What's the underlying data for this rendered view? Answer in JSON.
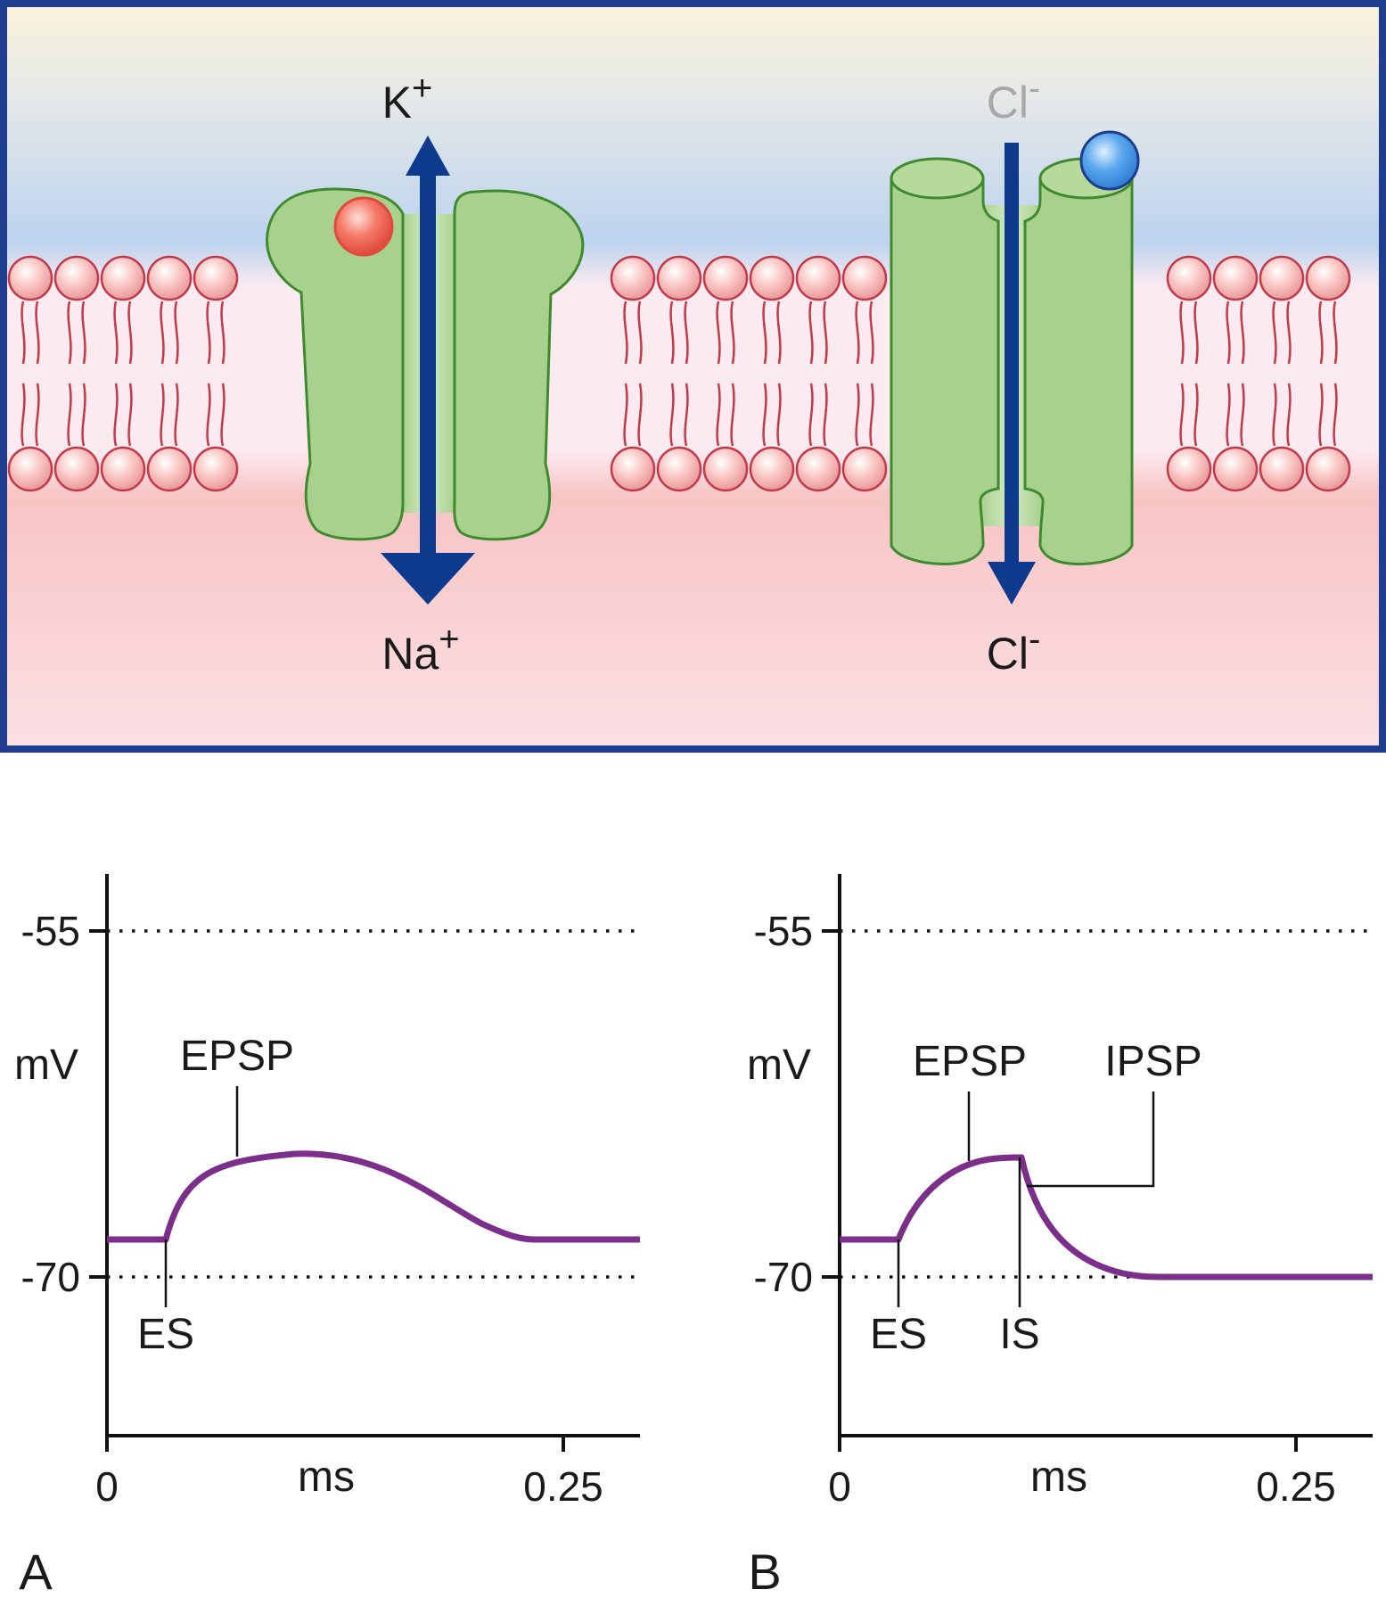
{
  "membrane": {
    "k_ion": "K",
    "k_charge": "+",
    "na_ion": "Na",
    "na_charge": "+",
    "cl_top_ion": "Cl",
    "cl_top_charge": "-",
    "cl_bottom_ion": "Cl",
    "cl_bottom_charge": "-"
  },
  "colors": {
    "frame": "#1f3d8f",
    "arrow": "#0d3a8c",
    "channel_fill": "#a9d18e",
    "channel_stroke": "#3f8a2e",
    "lipid_stroke": "#c23a4a",
    "trace": "#7b2e8a",
    "excitatory_ligand": "#e8574a",
    "inhibitory_ligand": "#2f7fd6",
    "top_band": "#fbf3dc",
    "mid_band": "#bcd3ee",
    "lower_band": "#f8c4c4"
  },
  "chart_data": [
    {
      "panel": "A",
      "type": "line",
      "ylabel": "mV",
      "xlabel": "ms",
      "x_ticks": [
        "0",
        "0.25"
      ],
      "y_ticks": [
        "-55",
        "-70"
      ],
      "reference_lines": [
        -55,
        -70
      ],
      "baseline_mV": -68.3,
      "events": [
        {
          "label": "ES",
          "x": 0.032
        },
        {
          "label": "EPSP",
          "x": 0.072
        }
      ],
      "series": [
        {
          "values": [
            [
              0,
              -68.3
            ],
            [
              0.032,
              -68.3
            ],
            [
              0.05,
              -65.6
            ],
            [
              0.075,
              -64.3
            ],
            [
              0.1,
              -64.0
            ],
            [
              0.125,
              -64.3
            ],
            [
              0.15,
              -65.4
            ],
            [
              0.175,
              -66.8
            ],
            [
              0.2,
              -68.0
            ],
            [
              0.23,
              -68.3
            ],
            [
              0.29,
              -68.3
            ]
          ]
        }
      ]
    },
    {
      "panel": "B",
      "type": "line",
      "ylabel": "mV",
      "xlabel": "ms",
      "x_ticks": [
        "0",
        "0.25"
      ],
      "y_ticks": [
        "-55",
        "-70"
      ],
      "reference_lines": [
        -55,
        -70
      ],
      "baseline_mV": -68.3,
      "events": [
        {
          "label": "ES",
          "x": 0.032
        },
        {
          "label": "EPSP",
          "x": 0.07
        },
        {
          "label": "IS",
          "x": 0.1
        },
        {
          "label": "IPSP",
          "x": 0.1
        }
      ],
      "series": [
        {
          "values": [
            [
              0,
              -68.3
            ],
            [
              0.032,
              -68.3
            ],
            [
              0.05,
              -66.4
            ],
            [
              0.07,
              -65.1
            ],
            [
              0.09,
              -64.6
            ],
            [
              0.1,
              -64.6
            ],
            [
              0.115,
              -67.2
            ],
            [
              0.13,
              -68.8
            ],
            [
              0.15,
              -69.7
            ],
            [
              0.18,
              -70.0
            ],
            [
              0.29,
              -70.0
            ]
          ]
        }
      ]
    }
  ],
  "panel_labels": {
    "a": "A",
    "b": "B"
  }
}
